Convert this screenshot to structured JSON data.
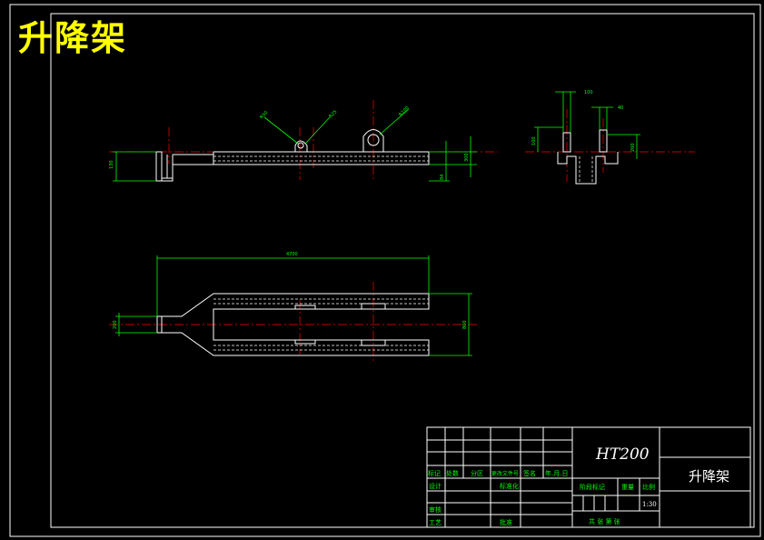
{
  "drawing": {
    "title": "升降架",
    "material": "HT200",
    "part_name": "升降架",
    "scale": "1:30"
  },
  "dimensions": {
    "front_height": "130",
    "front_right_outer": "300",
    "front_right_inner": "84",
    "r_left": "R50",
    "r_mid": "R25",
    "r_right": "R100",
    "side_top": "100",
    "side_top2": "40",
    "side_left": "100",
    "side_right": "200",
    "plan_length": "4700",
    "plan_left": "200",
    "plan_right": "800"
  },
  "title_block": {
    "row_labels": [
      "标记",
      "处数",
      "分区",
      "更改文件号",
      "签名",
      "年.月.日"
    ],
    "designer": "设计",
    "standardize": "标准化",
    "review": "审核",
    "process": "工艺",
    "approve": "批准",
    "stage_mark": "阶段标记",
    "weight": "重量",
    "scale_label": "比例",
    "sheets": "共 张  第 张"
  }
}
